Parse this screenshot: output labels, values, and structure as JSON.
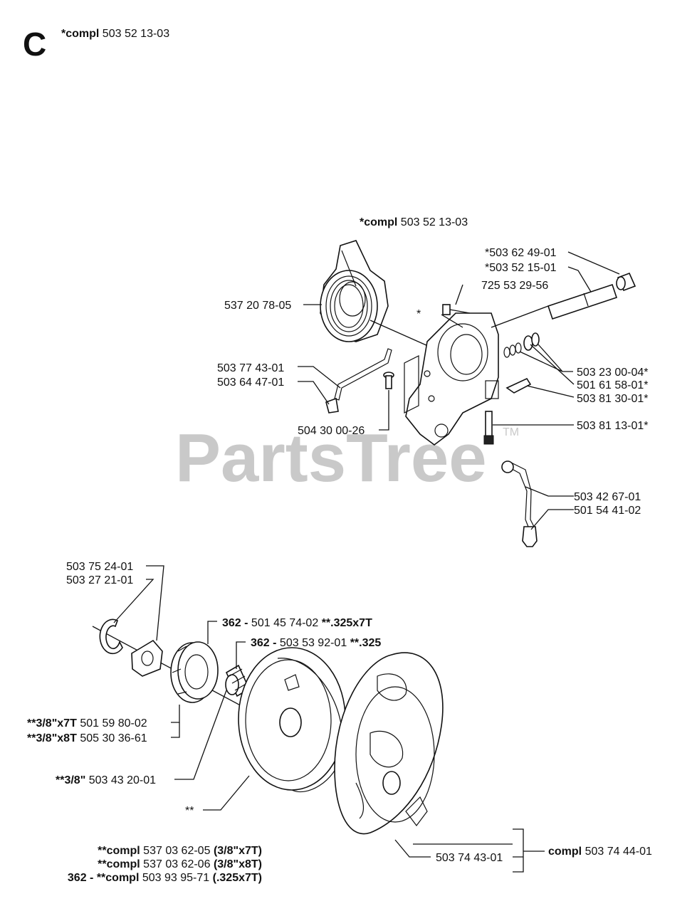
{
  "section_letter": "C",
  "header": {
    "prefix": "*compl",
    "number": "503 52 13-03"
  },
  "watermark": {
    "text": "PartsTree",
    "tm": "TM"
  },
  "upper": {
    "group_prefix": "*compl",
    "group_number": "503 52 13-03",
    "labels": {
      "l_537_20_78": "537 20 78-05",
      "l_725_53_29": "725 53 29-56",
      "l_503_62_49": "*503 62 49-01",
      "l_503_52_15": "*503 52 15-01",
      "l_star": "*",
      "l_503_77_43": "503 77 43-01",
      "l_503_64_47": "503 64 47-01",
      "l_504_30_00": "504 30 00-26",
      "l_503_23_00": "503 23 00-04*",
      "l_501_61_58": "501 61 58-01*",
      "l_503_81_30": "503 81 30-01*",
      "l_503_81_13": "503 81 13-01*",
      "l_503_42_67": "503 42 67-01",
      "l_501_54_41": "501 54 41-02"
    }
  },
  "lower": {
    "l_503_75_24": "503 75 24-01",
    "l_503_27_21": "503 27 21-01",
    "rim_7t": {
      "model": "362 -",
      "number": "501 45 74-02",
      "spec": "**.325x7T"
    },
    "bearing": {
      "model": "362 -",
      "number": "503 53 92-01",
      "spec": "**.325"
    },
    "rim_x7t": {
      "spec": "**3/8\"x7T",
      "number": "501 59 80-02"
    },
    "rim_x8t": {
      "spec": "**3/8\"x8T",
      "number": "505 30 36-61"
    },
    "drum": {
      "spec": "**3/8\"",
      "number": "503 43 20-01"
    },
    "drum_star": "**",
    "shoe": "503 74 43-01",
    "clutch_compl": {
      "prefix": "compl",
      "number": "503 74 44-01"
    },
    "kits": [
      {
        "model": "",
        "prefix": "**compl",
        "number": "537 03 62-05",
        "spec": "(3/8\"x7T)"
      },
      {
        "model": "",
        "prefix": "**compl",
        "number": "537 03 62-06",
        "spec": "(3/8\"x8T)"
      },
      {
        "model": "362 -",
        "prefix": "**compl",
        "number": "503 93 95-71",
        "spec": "(.325x7T)"
      }
    ]
  }
}
